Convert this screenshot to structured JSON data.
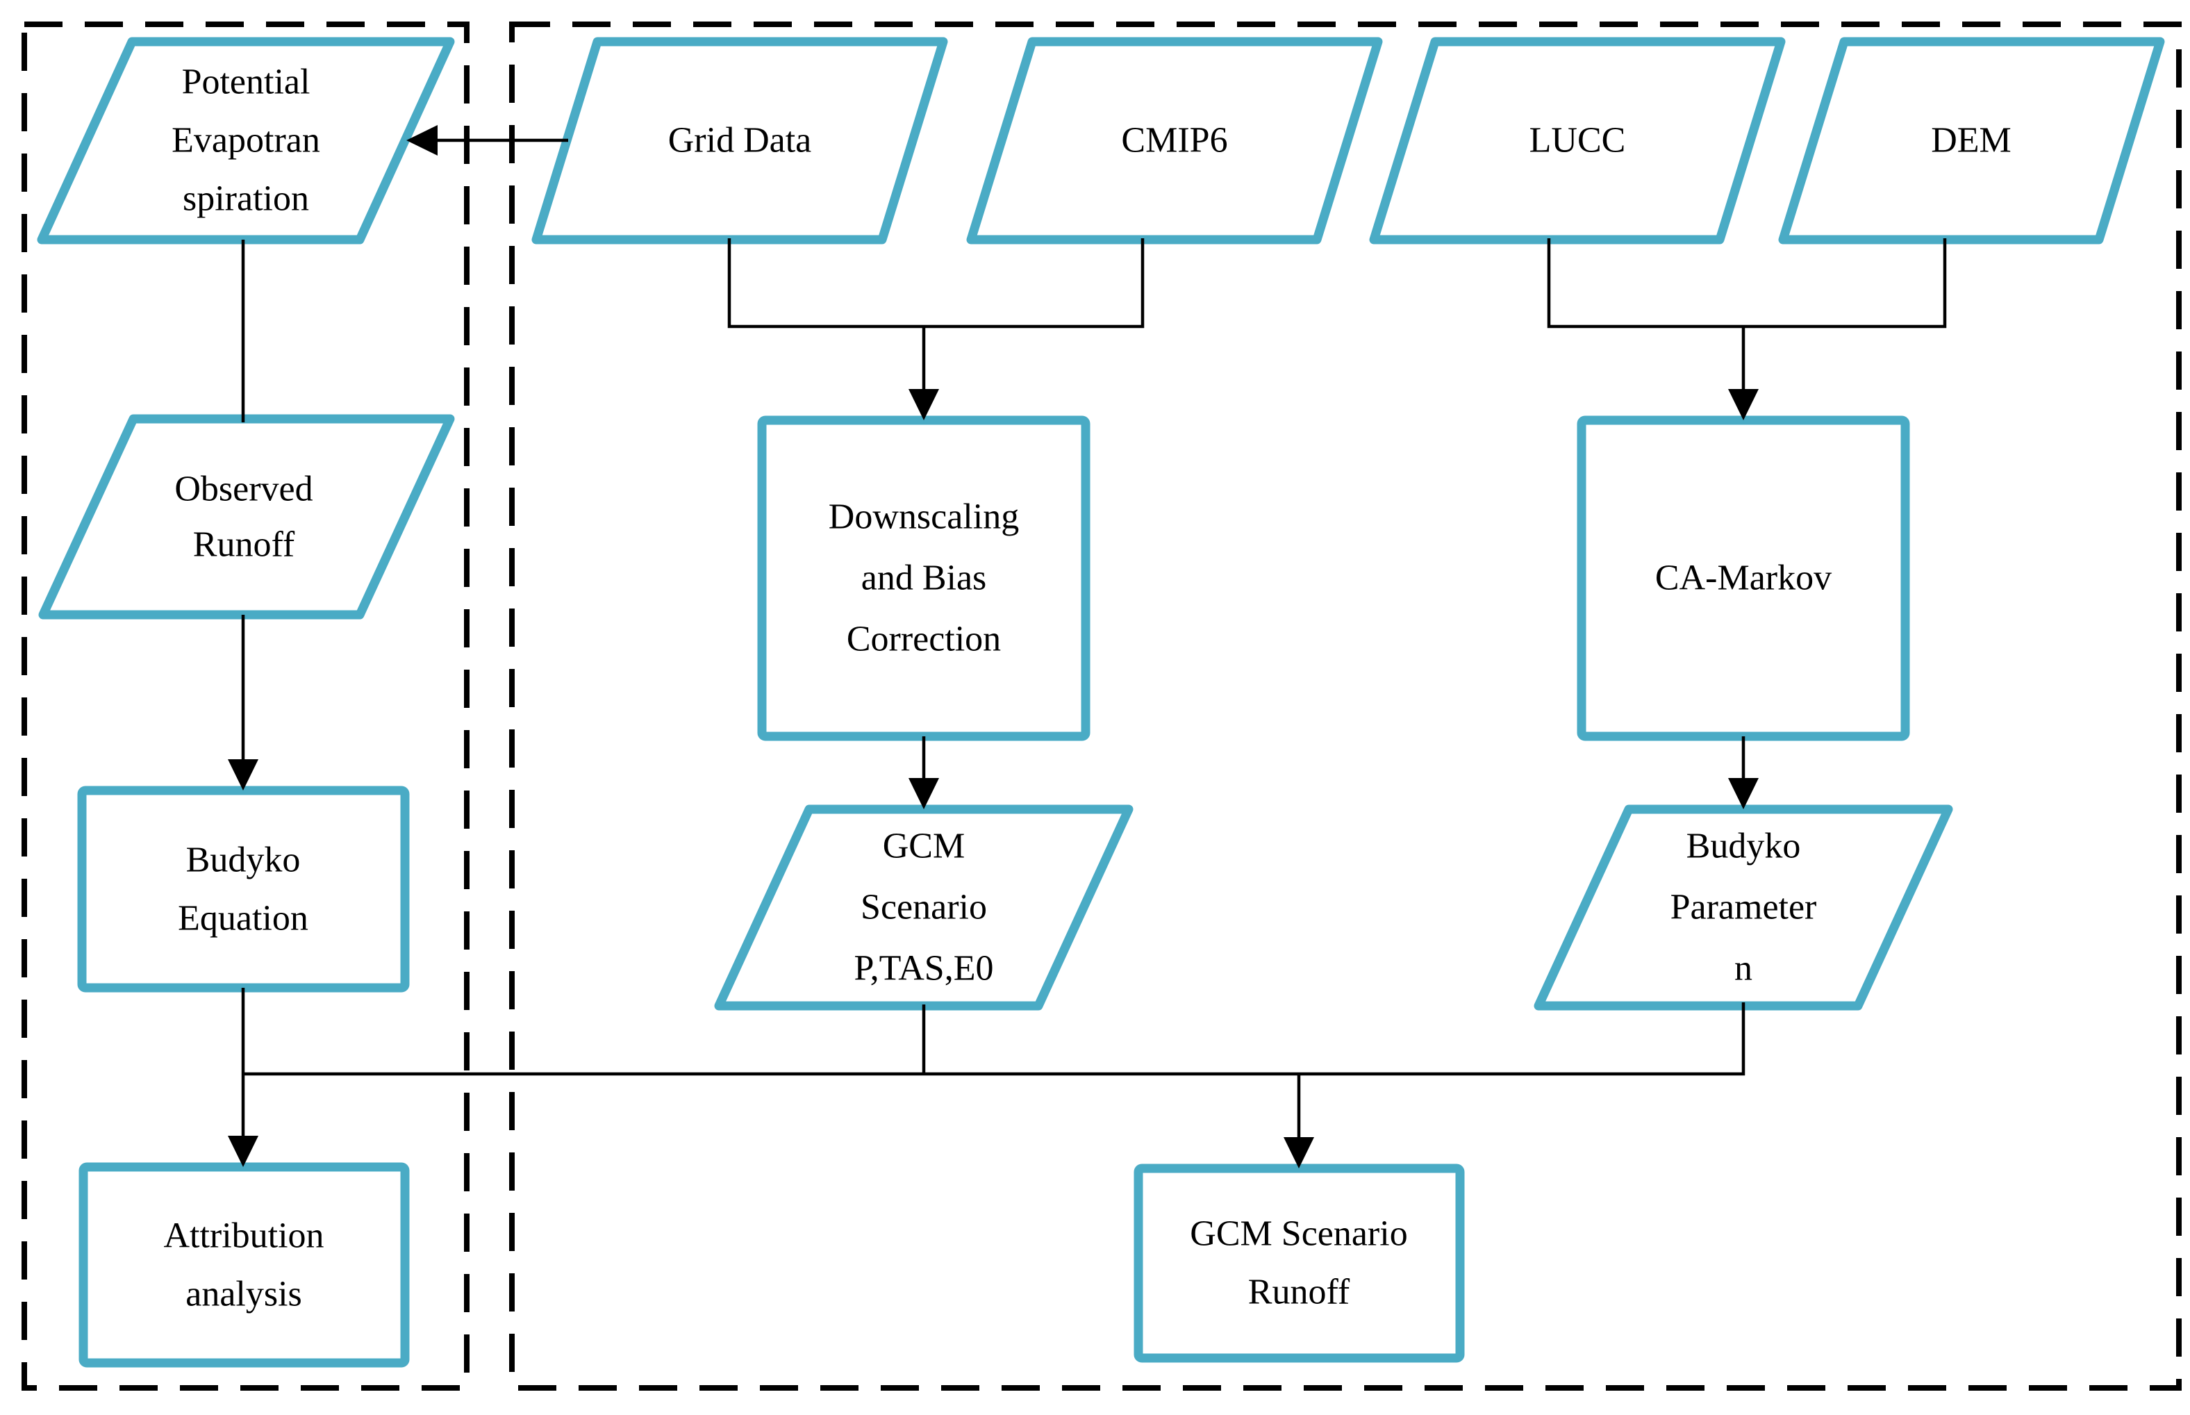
{
  "diagram": {
    "type": "flowchart",
    "colors": {
      "shape_border": "#4aabc5",
      "shape_fill": "#ffffff",
      "connector": "#000000",
      "container_border": "#000000",
      "text": "#000000",
      "background": "#ffffff"
    },
    "containers": {
      "left_dashed_box": {
        "style": "dashed",
        "label": ""
      },
      "right_dashed_box": {
        "style": "dashed",
        "label": ""
      }
    },
    "nodes": {
      "pe": {
        "shape": "parallelogram",
        "label": "Potential Evapotranspiration",
        "lines": [
          "Potential",
          "Evapotran",
          "spiration"
        ]
      },
      "observed_runoff": {
        "shape": "parallelogram",
        "label": "Observed Runoff",
        "lines": [
          "Observed",
          "Runoff"
        ]
      },
      "budyko_equation": {
        "shape": "rectangle",
        "label": "Budyko Equation",
        "lines": [
          "Budyko",
          "Equation"
        ]
      },
      "attribution_analysis": {
        "shape": "rectangle",
        "label": "Attribution analysis",
        "lines": [
          "Attribution",
          "analysis"
        ]
      },
      "grid_data": {
        "shape": "parallelogram",
        "label": "Grid Data",
        "lines": [
          "Grid Data"
        ]
      },
      "cmip6": {
        "shape": "parallelogram",
        "label": "CMIP6",
        "lines": [
          "CMIP6"
        ]
      },
      "lucc": {
        "shape": "parallelogram",
        "label": "LUCC",
        "lines": [
          "LUCC"
        ]
      },
      "dem": {
        "shape": "parallelogram",
        "label": "DEM",
        "lines": [
          "DEM"
        ]
      },
      "downscaling": {
        "shape": "rectangle",
        "label": "Downscaling and Bias Correction",
        "lines": [
          "Downscaling",
          "and Bias",
          "Correction"
        ]
      },
      "ca_markov": {
        "shape": "rectangle",
        "label": "CA-Markov",
        "lines": [
          "CA-Markov"
        ]
      },
      "gcm_scenario": {
        "shape": "parallelogram",
        "label": "GCM Scenario P,TAS,E0",
        "lines": [
          "GCM",
          "Scenario",
          "P,TAS,E0"
        ]
      },
      "budyko_parameter": {
        "shape": "parallelogram",
        "label": "Budyko Parameter n",
        "lines": [
          "Budyko",
          "Parameter",
          "n"
        ]
      },
      "gcm_runoff": {
        "shape": "rectangle",
        "label": "GCM Scenario Runoff",
        "lines": [
          "GCM Scenario",
          "Runoff"
        ]
      }
    },
    "edges": [
      {
        "from": "grid_data",
        "to": "pe",
        "arrow": true
      },
      {
        "from": "pe",
        "to": "observed_runoff",
        "arrow": false
      },
      {
        "from": "observed_runoff",
        "to": "budyko_equation",
        "arrow": true
      },
      {
        "from": "budyko_equation",
        "to": "attribution_analysis",
        "arrow": true
      },
      {
        "from": "grid_data",
        "to": "downscaling",
        "arrow": true
      },
      {
        "from": "cmip6",
        "to": "downscaling",
        "arrow": true
      },
      {
        "from": "lucc",
        "to": "ca_markov",
        "arrow": true
      },
      {
        "from": "dem",
        "to": "ca_markov",
        "arrow": true
      },
      {
        "from": "downscaling",
        "to": "gcm_scenario",
        "arrow": true
      },
      {
        "from": "ca_markov",
        "to": "budyko_parameter",
        "arrow": true
      },
      {
        "from": "gcm_scenario",
        "to": "gcm_runoff",
        "arrow": true
      },
      {
        "from": "budyko_parameter",
        "to": "gcm_runoff",
        "arrow": true
      },
      {
        "from": "budyko_equation",
        "to": "gcm_runoff",
        "arrow": true
      }
    ]
  }
}
